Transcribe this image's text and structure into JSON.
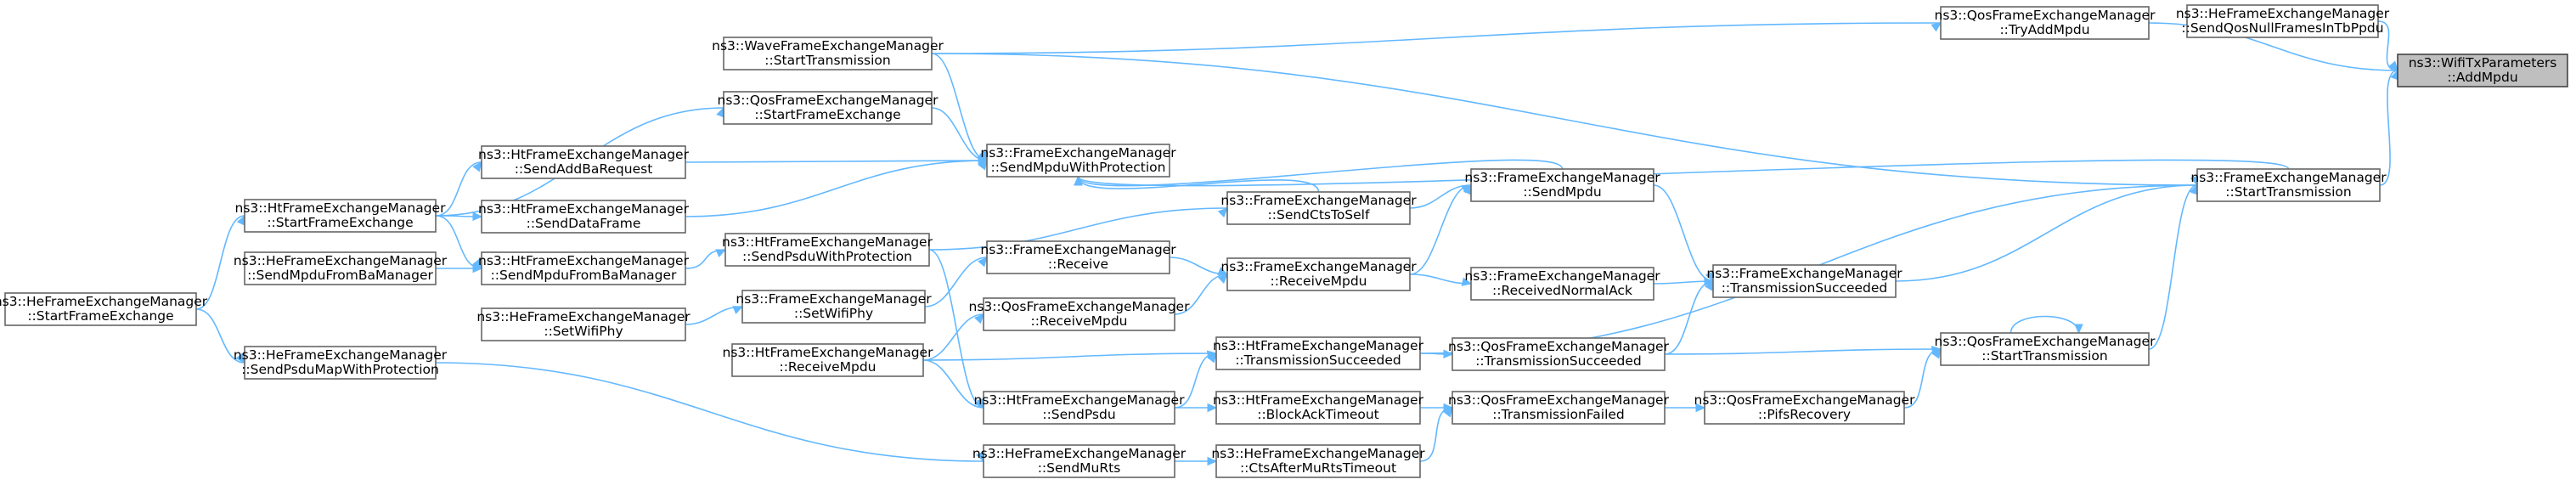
{
  "graph": {
    "colors": {
      "edge": "#63b8ff",
      "node_border": "#666666",
      "root_fill": "#bfbfbf",
      "background": "#ffffff"
    },
    "nodes": [
      {
        "id": "add_mpdu",
        "line1": "ns3::WifiTxParameters",
        "line2": "::AddMpdu",
        "root": true
      },
      {
        "id": "he_send_qos_null",
        "line1": "ns3::HeFrameExchangeManager",
        "line2": "::SendQosNullFramesInTbPpdu"
      },
      {
        "id": "qos_try_add_mpdu",
        "line1": "ns3::QosFrameExchangeManager",
        "line2": "::TryAddMpdu"
      },
      {
        "id": "fem_start_tx",
        "line1": "ns3::FrameExchangeManager",
        "line2": "::StartTransmission"
      },
      {
        "id": "wave_start_tx",
        "line1": "ns3::WaveFrameExchangeManager",
        "line2": "::StartTransmission"
      },
      {
        "id": "qos_start_tx",
        "line1": "ns3::QosFrameExchangeManager",
        "line2": "::StartTransmission"
      },
      {
        "id": "qos_start_fe",
        "line1": "ns3::QosFrameExchangeManager",
        "line2": "::StartFrameExchange"
      },
      {
        "id": "fem_send_mpdu_wp",
        "line1": "ns3::FrameExchangeManager",
        "line2": "::SendMpduWithProtection"
      },
      {
        "id": "ht_send_addba",
        "line1": "ns3::HtFrameExchangeManager",
        "line2": "::SendAddBaRequest"
      },
      {
        "id": "ht_start_fe",
        "line1": "ns3::HtFrameExchangeManager",
        "line2": "::StartFrameExchange"
      },
      {
        "id": "ht_send_data",
        "line1": "ns3::HtFrameExchangeManager",
        "line2": "::SendDataFrame"
      },
      {
        "id": "fem_send_mpdu",
        "line1": "ns3::FrameExchangeManager",
        "line2": "::SendMpdu"
      },
      {
        "id": "fem_send_cts",
        "line1": "ns3::FrameExchangeManager",
        "line2": "::SendCtsToSelf"
      },
      {
        "id": "ht_send_psdu_wp",
        "line1": "ns3::HtFrameExchangeManager",
        "line2": "::SendPsduWithProtection"
      },
      {
        "id": "he_send_mpdu_ba",
        "line1": "ns3::HeFrameExchangeManager",
        "line2": "::SendMpduFromBaManager"
      },
      {
        "id": "ht_send_mpdu_ba",
        "line1": "ns3::HtFrameExchangeManager",
        "line2": "::SendMpduFromBaManager"
      },
      {
        "id": "he_start_fe",
        "line1": "ns3::HeFrameExchangeManager",
        "line2": "::StartFrameExchange"
      },
      {
        "id": "fem_receive",
        "line1": "ns3::FrameExchangeManager",
        "line2": "::Receive"
      },
      {
        "id": "fem_receive_mpdu",
        "line1": "ns3::FrameExchangeManager",
        "line2": "::ReceiveMpdu"
      },
      {
        "id": "fem_recv_normal_ack",
        "line1": "ns3::FrameExchangeManager",
        "line2": "::ReceivedNormalAck"
      },
      {
        "id": "fem_tx_succeeded",
        "line1": "ns3::FrameExchangeManager",
        "line2": "::TransmissionSucceeded"
      },
      {
        "id": "fem_set_wifi_phy",
        "line1": "ns3::FrameExchangeManager",
        "line2": "::SetWifiPhy"
      },
      {
        "id": "he_set_wifi_phy",
        "line1": "ns3::HeFrameExchangeManager",
        "line2": "::SetWifiPhy"
      },
      {
        "id": "qos_receive_mpdu",
        "line1": "ns3::QosFrameExchangeManager",
        "line2": "::ReceiveMpdu"
      },
      {
        "id": "he_send_psdu_map_wp",
        "line1": "ns3::HeFrameExchangeManager",
        "line2": "::SendPsduMapWithProtection"
      },
      {
        "id": "ht_receive_mpdu",
        "line1": "ns3::HtFrameExchangeManager",
        "line2": "::ReceiveMpdu"
      },
      {
        "id": "ht_tx_succeeded",
        "line1": "ns3::HtFrameExchangeManager",
        "line2": "::TransmissionSucceeded"
      },
      {
        "id": "qos_tx_succeeded",
        "line1": "ns3::QosFrameExchangeManager",
        "line2": "::TransmissionSucceeded"
      },
      {
        "id": "ht_send_psdu",
        "line1": "ns3::HtFrameExchangeManager",
        "line2": "::SendPsdu"
      },
      {
        "id": "ht_block_ack_timeout",
        "line1": "ns3::HtFrameExchangeManager",
        "line2": "::BlockAckTimeout"
      },
      {
        "id": "qos_tx_failed",
        "line1": "ns3::QosFrameExchangeManager",
        "line2": "::TransmissionFailed"
      },
      {
        "id": "qos_pifs_recovery",
        "line1": "ns3::QosFrameExchangeManager",
        "line2": "::PifsRecovery"
      },
      {
        "id": "he_send_mu_rts",
        "line1": "ns3::HeFrameExchangeManager",
        "line2": "::SendMuRts"
      },
      {
        "id": "he_cts_after_mu_rts_timeout",
        "line1": "ns3::HeFrameExchangeManager",
        "line2": "::CtsAfterMuRtsTimeout"
      }
    ],
    "edges": [
      {
        "from": "he_send_qos_null",
        "to": "add_mpdu"
      },
      {
        "from": "qos_try_add_mpdu",
        "to": "add_mpdu"
      },
      {
        "from": "fem_start_tx",
        "to": "add_mpdu"
      },
      {
        "from": "wave_start_tx",
        "to": "qos_try_add_mpdu"
      },
      {
        "from": "wave_start_tx",
        "to": "fem_start_tx"
      },
      {
        "from": "fem_start_tx",
        "to": "fem_send_mpdu_wp"
      },
      {
        "from": "qos_start_tx",
        "to": "fem_start_tx"
      },
      {
        "from": "qos_start_tx",
        "to": "qos_start_tx"
      },
      {
        "from": "ht_tx_succeeded",
        "to": "fem_start_tx"
      },
      {
        "from": "fem_tx_succeeded",
        "to": "fem_start_tx"
      },
      {
        "from": "qos_tx_succeeded",
        "to": "qos_start_tx"
      },
      {
        "from": "qos_pifs_recovery",
        "to": "qos_start_tx"
      },
      {
        "from": "wave_start_tx",
        "to": "fem_send_mpdu_wp"
      },
      {
        "from": "qos_start_fe",
        "to": "fem_send_mpdu_wp"
      },
      {
        "from": "ht_send_addba",
        "to": "fem_send_mpdu_wp"
      },
      {
        "from": "ht_send_data",
        "to": "fem_send_mpdu_wp"
      },
      {
        "from": "fem_send_mpdu",
        "to": "fem_send_mpdu_wp"
      },
      {
        "from": "fem_send_cts",
        "to": "fem_send_mpdu_wp"
      },
      {
        "from": "ht_start_fe",
        "to": "qos_start_fe"
      },
      {
        "from": "he_send_qos_null_placeholder",
        "to": "none"
      },
      {
        "from": "qos_start_tx_exch",
        "to": "qos_start_fe"
      },
      {
        "from": "ht_start_fe",
        "to": "ht_send_addba"
      },
      {
        "from": "ht_start_fe",
        "to": "ht_send_data"
      },
      {
        "from": "ht_start_fe",
        "to": "ht_send_mpdu_ba"
      },
      {
        "from": "he_start_fe",
        "to": "ht_start_fe"
      },
      {
        "from": "he_start_fe",
        "to": "he_send_psdu_map_wp"
      },
      {
        "from": "he_send_mpdu_ba",
        "to": "ht_send_mpdu_ba"
      },
      {
        "from": "ht_send_mpdu_ba",
        "to": "ht_send_psdu_wp"
      },
      {
        "from": "ht_send_psdu_wp",
        "to": "fem_send_cts"
      },
      {
        "from": "fem_send_cts",
        "to": "fem_send_mpdu"
      },
      {
        "from": "fem_receive_mpdu",
        "to": "fem_send_mpdu"
      },
      {
        "from": "fem_send_mpdu",
        "to": "fem_tx_succeeded"
      },
      {
        "from": "fem_recv_normal_ack",
        "to": "fem_tx_succeeded"
      },
      {
        "from": "qos_tx_succeeded",
        "to": "fem_tx_succeeded"
      },
      {
        "from": "fem_receive",
        "to": "fem_receive_mpdu"
      },
      {
        "from": "qos_receive_mpdu",
        "to": "fem_receive_mpdu"
      },
      {
        "from": "fem_receive_mpdu",
        "to": "fem_recv_normal_ack"
      },
      {
        "from": "fem_set_wifi_phy",
        "to": "fem_receive"
      },
      {
        "from": "he_set_wifi_phy",
        "to": "fem_set_wifi_phy"
      },
      {
        "from": "ht_receive_mpdu",
        "to": "qos_receive_mpdu"
      },
      {
        "from": "ht_receive_mpdu",
        "to": "ht_tx_succeeded"
      },
      {
        "from": "ht_receive_mpdu",
        "to": "ht_send_psdu"
      },
      {
        "from": "ht_tx_succeeded",
        "to": "qos_tx_succeeded"
      },
      {
        "from": "ht_send_psdu",
        "to": "ht_tx_succeeded"
      },
      {
        "from": "ht_send_psdu",
        "to": "ht_block_ack_timeout"
      },
      {
        "from": "ht_send_psdu_wp",
        "to": "ht_send_psdu"
      },
      {
        "from": "ht_block_ack_timeout",
        "to": "qos_tx_failed"
      },
      {
        "from": "he_cts_after_mu_rts_timeout",
        "to": "qos_tx_failed"
      },
      {
        "from": "qos_tx_failed",
        "to": "qos_pifs_recovery"
      },
      {
        "from": "he_send_mu_rts",
        "to": "he_cts_after_mu_rts_timeout"
      },
      {
        "from": "he_send_psdu_map_wp",
        "to": "he_send_mu_rts"
      }
    ]
  }
}
